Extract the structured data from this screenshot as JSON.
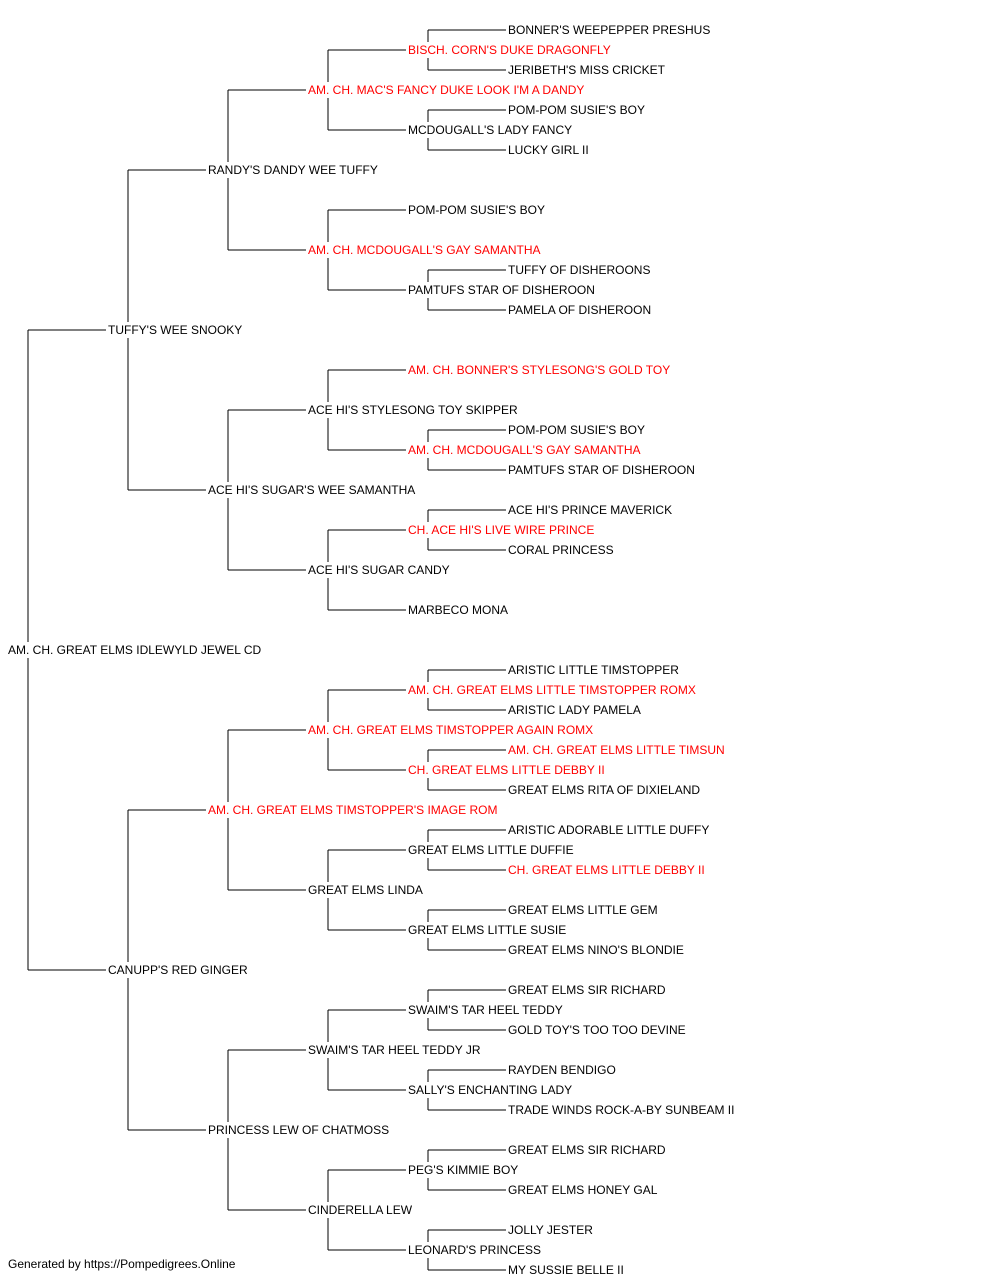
{
  "colors": {
    "champion": "#ff0000",
    "normal": "#000000",
    "line": "#000000"
  },
  "footer": "Generated by https://Pompedigrees.Online",
  "pedigree": [
    {
      "gen": 0,
      "row": 32,
      "name": "AM. CH. GREAT ELMS IDLEWYLD JEWEL CD",
      "champion": false
    },
    {
      "gen": 1,
      "row": 16,
      "name": "TUFFY'S WEE SNOOKY",
      "champion": false
    },
    {
      "gen": 1,
      "row": 48,
      "name": "CANUPP'S RED GINGER",
      "champion": false
    },
    {
      "gen": 2,
      "row": 8,
      "name": "RANDY'S DANDY WEE TUFFY",
      "champion": false
    },
    {
      "gen": 2,
      "row": 24,
      "name": "ACE HI'S SUGAR'S WEE SAMANTHA",
      "champion": false
    },
    {
      "gen": 2,
      "row": 40,
      "name": "AM. CH. GREAT ELMS TIMSTOPPER'S IMAGE ROM",
      "champion": true
    },
    {
      "gen": 2,
      "row": 56,
      "name": "PRINCESS LEW OF CHATMOSS",
      "champion": false
    },
    {
      "gen": 3,
      "row": 4,
      "name": "AM. CH. MAC'S FANCY DUKE LOOK I'M A DANDY",
      "champion": true
    },
    {
      "gen": 3,
      "row": 12,
      "name": "AM. CH. MCDOUGALL'S GAY SAMANTHA",
      "champion": true
    },
    {
      "gen": 3,
      "row": 20,
      "name": "ACE HI'S STYLESONG TOY SKIPPER",
      "champion": false
    },
    {
      "gen": 3,
      "row": 28,
      "name": "ACE HI'S SUGAR CANDY",
      "champion": false
    },
    {
      "gen": 3,
      "row": 36,
      "name": "AM. CH. GREAT ELMS TIMSTOPPER AGAIN ROMX",
      "champion": true
    },
    {
      "gen": 3,
      "row": 44,
      "name": "GREAT ELMS LINDA",
      "champion": false
    },
    {
      "gen": 3,
      "row": 52,
      "name": "SWAIM'S TAR HEEL TEDDY JR",
      "champion": false
    },
    {
      "gen": 3,
      "row": 60,
      "name": "CINDERELLA LEW",
      "champion": false
    },
    {
      "gen": 4,
      "row": 2,
      "name": "BISCH. CORN'S DUKE DRAGONFLY",
      "champion": true
    },
    {
      "gen": 4,
      "row": 6,
      "name": "MCDOUGALL'S LADY FANCY",
      "champion": false
    },
    {
      "gen": 4,
      "row": 10,
      "name": "POM-POM SUSIE'S BOY",
      "champion": false
    },
    {
      "gen": 4,
      "row": 14,
      "name": "PAMTUFS STAR OF DISHEROON",
      "champion": false
    },
    {
      "gen": 4,
      "row": 18,
      "name": "AM. CH. BONNER'S STYLESONG'S GOLD TOY",
      "champion": true
    },
    {
      "gen": 4,
      "row": 22,
      "name": "AM. CH. MCDOUGALL'S GAY SAMANTHA",
      "champion": true
    },
    {
      "gen": 4,
      "row": 26,
      "name": "CH. ACE HI'S LIVE WIRE PRINCE",
      "champion": true
    },
    {
      "gen": 4,
      "row": 30,
      "name": "MARBECO MONA",
      "champion": false
    },
    {
      "gen": 4,
      "row": 34,
      "name": "AM. CH. GREAT ELMS LITTLE TIMSTOPPER ROMX",
      "champion": true
    },
    {
      "gen": 4,
      "row": 38,
      "name": "CH. GREAT ELMS LITTLE DEBBY II",
      "champion": true
    },
    {
      "gen": 4,
      "row": 42,
      "name": "GREAT ELMS LITTLE DUFFIE",
      "champion": false
    },
    {
      "gen": 4,
      "row": 46,
      "name": "GREAT ELMS LITTLE SUSIE",
      "champion": false
    },
    {
      "gen": 4,
      "row": 50,
      "name": "SWAIM'S TAR HEEL TEDDY",
      "champion": false
    },
    {
      "gen": 4,
      "row": 54,
      "name": "SALLY'S ENCHANTING LADY",
      "champion": false
    },
    {
      "gen": 4,
      "row": 58,
      "name": "PEG'S KIMMIE BOY",
      "champion": false
    },
    {
      "gen": 4,
      "row": 62,
      "name": "LEONARD'S PRINCESS",
      "champion": false
    },
    {
      "gen": 5,
      "row": 1,
      "name": "BONNER'S WEEPEPPER PRESHUS",
      "champion": false
    },
    {
      "gen": 5,
      "row": 3,
      "name": "JERIBETH'S MISS CRICKET",
      "champion": false
    },
    {
      "gen": 5,
      "row": 5,
      "name": "POM-POM SUSIE'S BOY",
      "champion": false
    },
    {
      "gen": 5,
      "row": 7,
      "name": "LUCKY GIRL II",
      "champion": false
    },
    {
      "gen": 5,
      "row": 13,
      "name": "TUFFY OF DISHEROONS",
      "champion": false
    },
    {
      "gen": 5,
      "row": 15,
      "name": "PAMELA OF DISHEROON",
      "champion": false
    },
    {
      "gen": 5,
      "row": 21,
      "name": "POM-POM SUSIE'S BOY",
      "champion": false
    },
    {
      "gen": 5,
      "row": 23,
      "name": "PAMTUFS STAR OF DISHEROON",
      "champion": false
    },
    {
      "gen": 5,
      "row": 25,
      "name": "ACE HI'S PRINCE MAVERICK",
      "champion": false
    },
    {
      "gen": 5,
      "row": 27,
      "name": "CORAL PRINCESS",
      "champion": false
    },
    {
      "gen": 5,
      "row": 33,
      "name": "ARISTIC LITTLE TIMSTOPPER",
      "champion": false
    },
    {
      "gen": 5,
      "row": 35,
      "name": "ARISTIC LADY PAMELA",
      "champion": false
    },
    {
      "gen": 5,
      "row": 37,
      "name": "AM. CH. GREAT ELMS LITTLE TIMSUN",
      "champion": true
    },
    {
      "gen": 5,
      "row": 39,
      "name": "GREAT ELMS RITA OF DIXIELAND",
      "champion": false
    },
    {
      "gen": 5,
      "row": 41,
      "name": "ARISTIC ADORABLE LITTLE DUFFY",
      "champion": false
    },
    {
      "gen": 5,
      "row": 43,
      "name": "CH. GREAT ELMS LITTLE DEBBY II",
      "champion": true
    },
    {
      "gen": 5,
      "row": 45,
      "name": "GREAT ELMS LITTLE GEM",
      "champion": false
    },
    {
      "gen": 5,
      "row": 47,
      "name": "GREAT ELMS NINO'S BLONDIE",
      "champion": false
    },
    {
      "gen": 5,
      "row": 49,
      "name": "GREAT ELMS SIR RICHARD",
      "champion": false
    },
    {
      "gen": 5,
      "row": 51,
      "name": "GOLD TOY'S TOO TOO DEVINE",
      "champion": false
    },
    {
      "gen": 5,
      "row": 53,
      "name": "RAYDEN BENDIGO",
      "champion": false
    },
    {
      "gen": 5,
      "row": 55,
      "name": "TRADE WINDS ROCK-A-BY SUNBEAM II",
      "champion": false
    },
    {
      "gen": 5,
      "row": 57,
      "name": "GREAT ELMS SIR RICHARD",
      "champion": false
    },
    {
      "gen": 5,
      "row": 59,
      "name": "GREAT ELMS HONEY GAL",
      "champion": false
    },
    {
      "gen": 5,
      "row": 61,
      "name": "JOLLY JESTER",
      "champion": false
    },
    {
      "gen": 5,
      "row": 63,
      "name": "MY SUSSIE BELLE II",
      "champion": false
    }
  ]
}
